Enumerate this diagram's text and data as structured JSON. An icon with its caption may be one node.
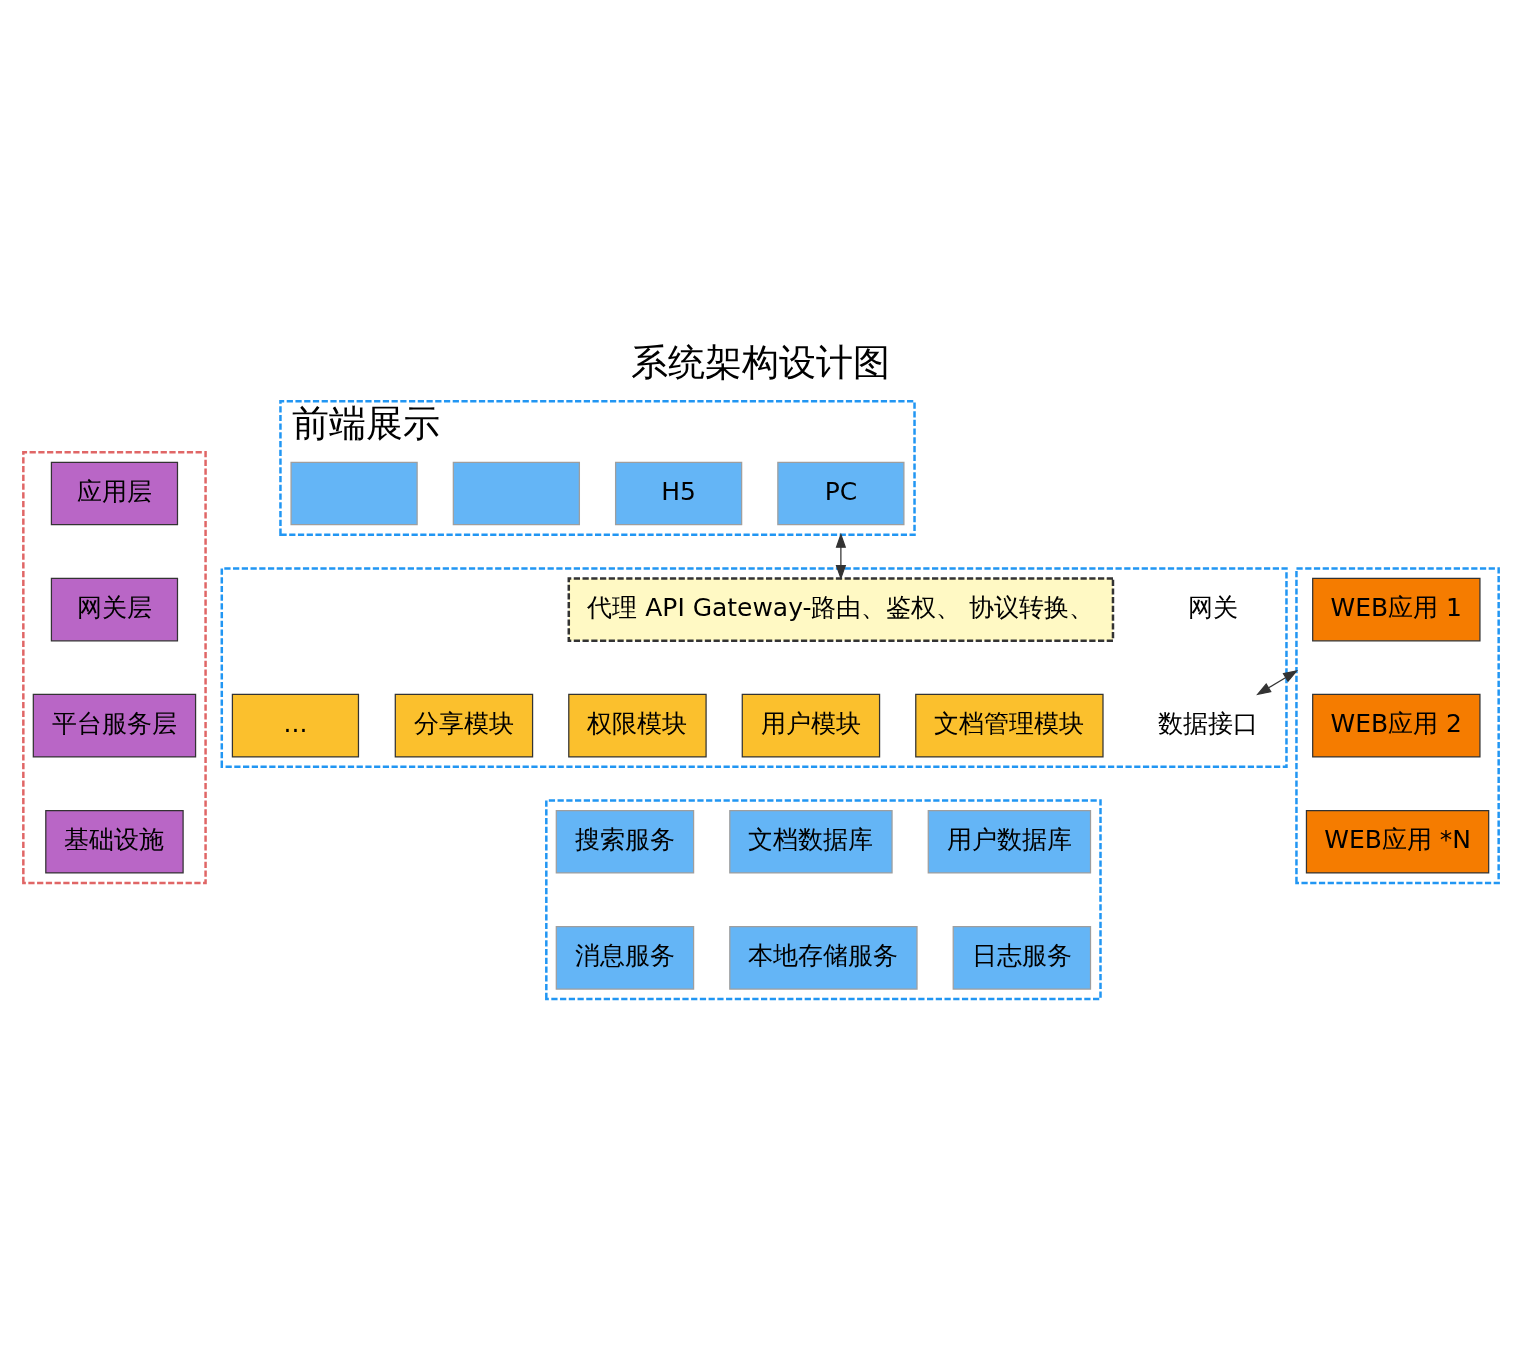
{
  "diagram": {
    "title": "系统架构设计图",
    "nodes": [
      {
        "text": [],
        "shape": "box"
      },
      {
        "text": [
          "应用层"
        ],
        "in": 0
      },
      {
        "text": [
          "网关层"
        ],
        "in": 0
      },
      {
        "text": [
          "平台服务层"
        ],
        "in": 0
      },
      {
        "text": [
          "基础设施"
        ],
        "in": 0
      },
      {
        "text": [
          "前端展示"
        ]
      },
      {
        "text": [
          "PC"
        ],
        "in": 5
      },
      {
        "text": [
          "H5"
        ],
        "in": 5
      },
      {
        "text": [],
        "shape": "box",
        "in": 5
      },
      {
        "text": [],
        "shape": "box",
        "in": 5
      },
      {
        "text": [],
        "shape": "box"
      },
      {
        "text": [
          "WEB应用 1"
        ],
        "in": 10
      },
      {
        "text": [
          "WEB应用 2"
        ],
        "in": 10
      },
      {
        "text": [
          "WEB应用 *N"
        ],
        "in": 10
      },
      {
        "text": [],
        "shape": "box"
      },
      {
        "text": [
          "代理 API Gateway-路由、鉴权、 协议转换、"
        ],
        "in": 14,
        "beside": [
          "网关"
        ]
      },
      {
        "text": [
          "数据接口"
        ],
        "in": 14
      },
      {
        "text": [
          "文档管理模块"
        ],
        "in": 14
      },
      {
        "text": [
          "用户模块"
        ],
        "in": 14
      },
      {
        "text": [
          "权限模块"
        ],
        "in": 14
      },
      {
        "text": [
          "分享模块"
        ],
        "in": 14
      },
      {
        "text": [
          "..."
        ],
        "in": 14
      },
      {
        "text": [],
        "shape": "box"
      },
      {
        "text": [
          "用户数据库"
        ],
        "in": 22
      },
      {
        "text": [
          "文档数据库"
        ],
        "in": 22
      },
      {
        "text": [
          "搜索服务"
        ],
        "in": 22
      },
      {
        "text": [
          "日志服务"
        ],
        "in": 22
      },
      {
        "text": [
          "本地存储服务"
        ],
        "in": 22
      },
      {
        "text": [
          "消息服务"
        ],
        "in": 22
      }
    ],
    "edges": [
      {
        "from": 5,
        "to": 15,
        "arrow": "both"
      },
      {
        "from": 10,
        "to": 16,
        "arrow": "both"
      }
    ]
  }
}
